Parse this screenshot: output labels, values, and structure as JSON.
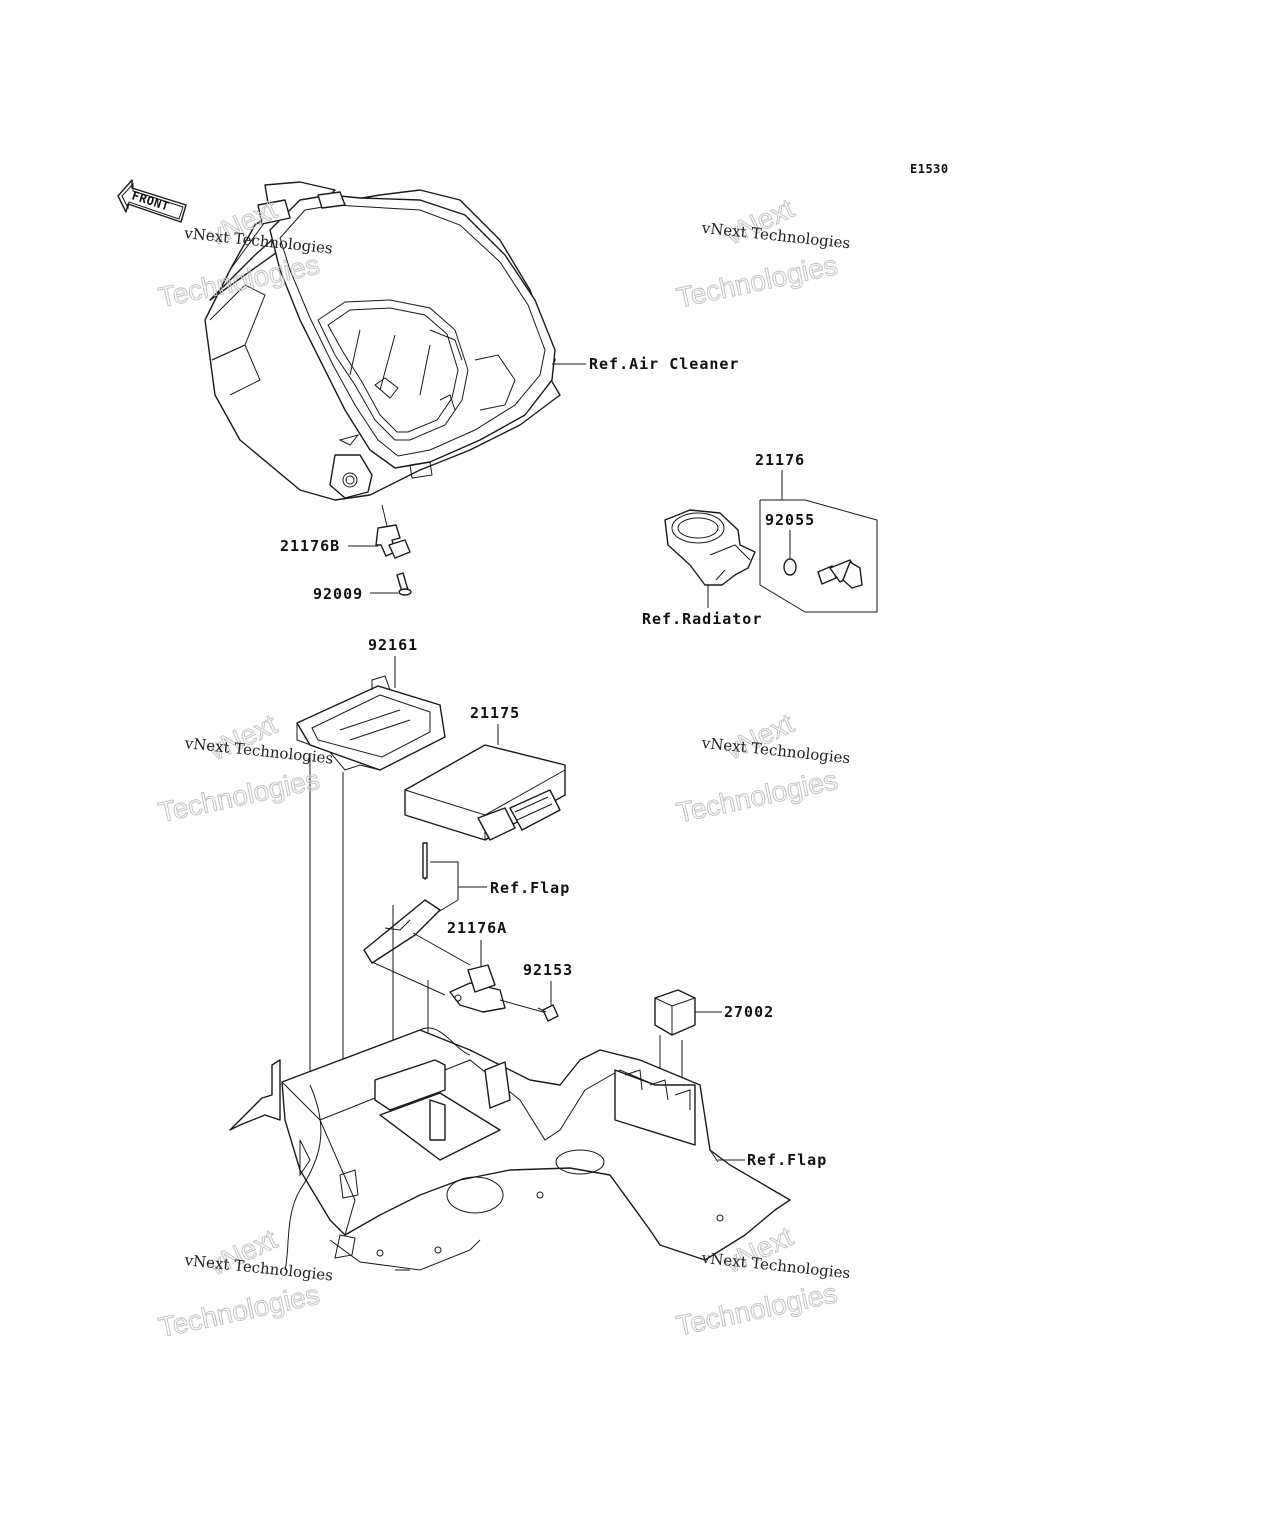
{
  "diagram": {
    "code": "E1530",
    "front_label": "FRONT",
    "watermark": {
      "line1": "vNext Technologies",
      "line2": "Technologies",
      "arc": "vNext"
    },
    "labels": {
      "air_cleaner": "Ref.Air Cleaner",
      "p21176": "21176",
      "p92055": "92055",
      "p21176b": "21176B",
      "p92009": "92009",
      "radiator": "Ref.Radiator",
      "p92161": "92161",
      "p21175": "21175",
      "flap_upper": "Ref.Flap",
      "p21176a": "21176A",
      "p92153": "92153",
      "p27002": "27002",
      "flap_lower": "Ref.Flap"
    }
  }
}
